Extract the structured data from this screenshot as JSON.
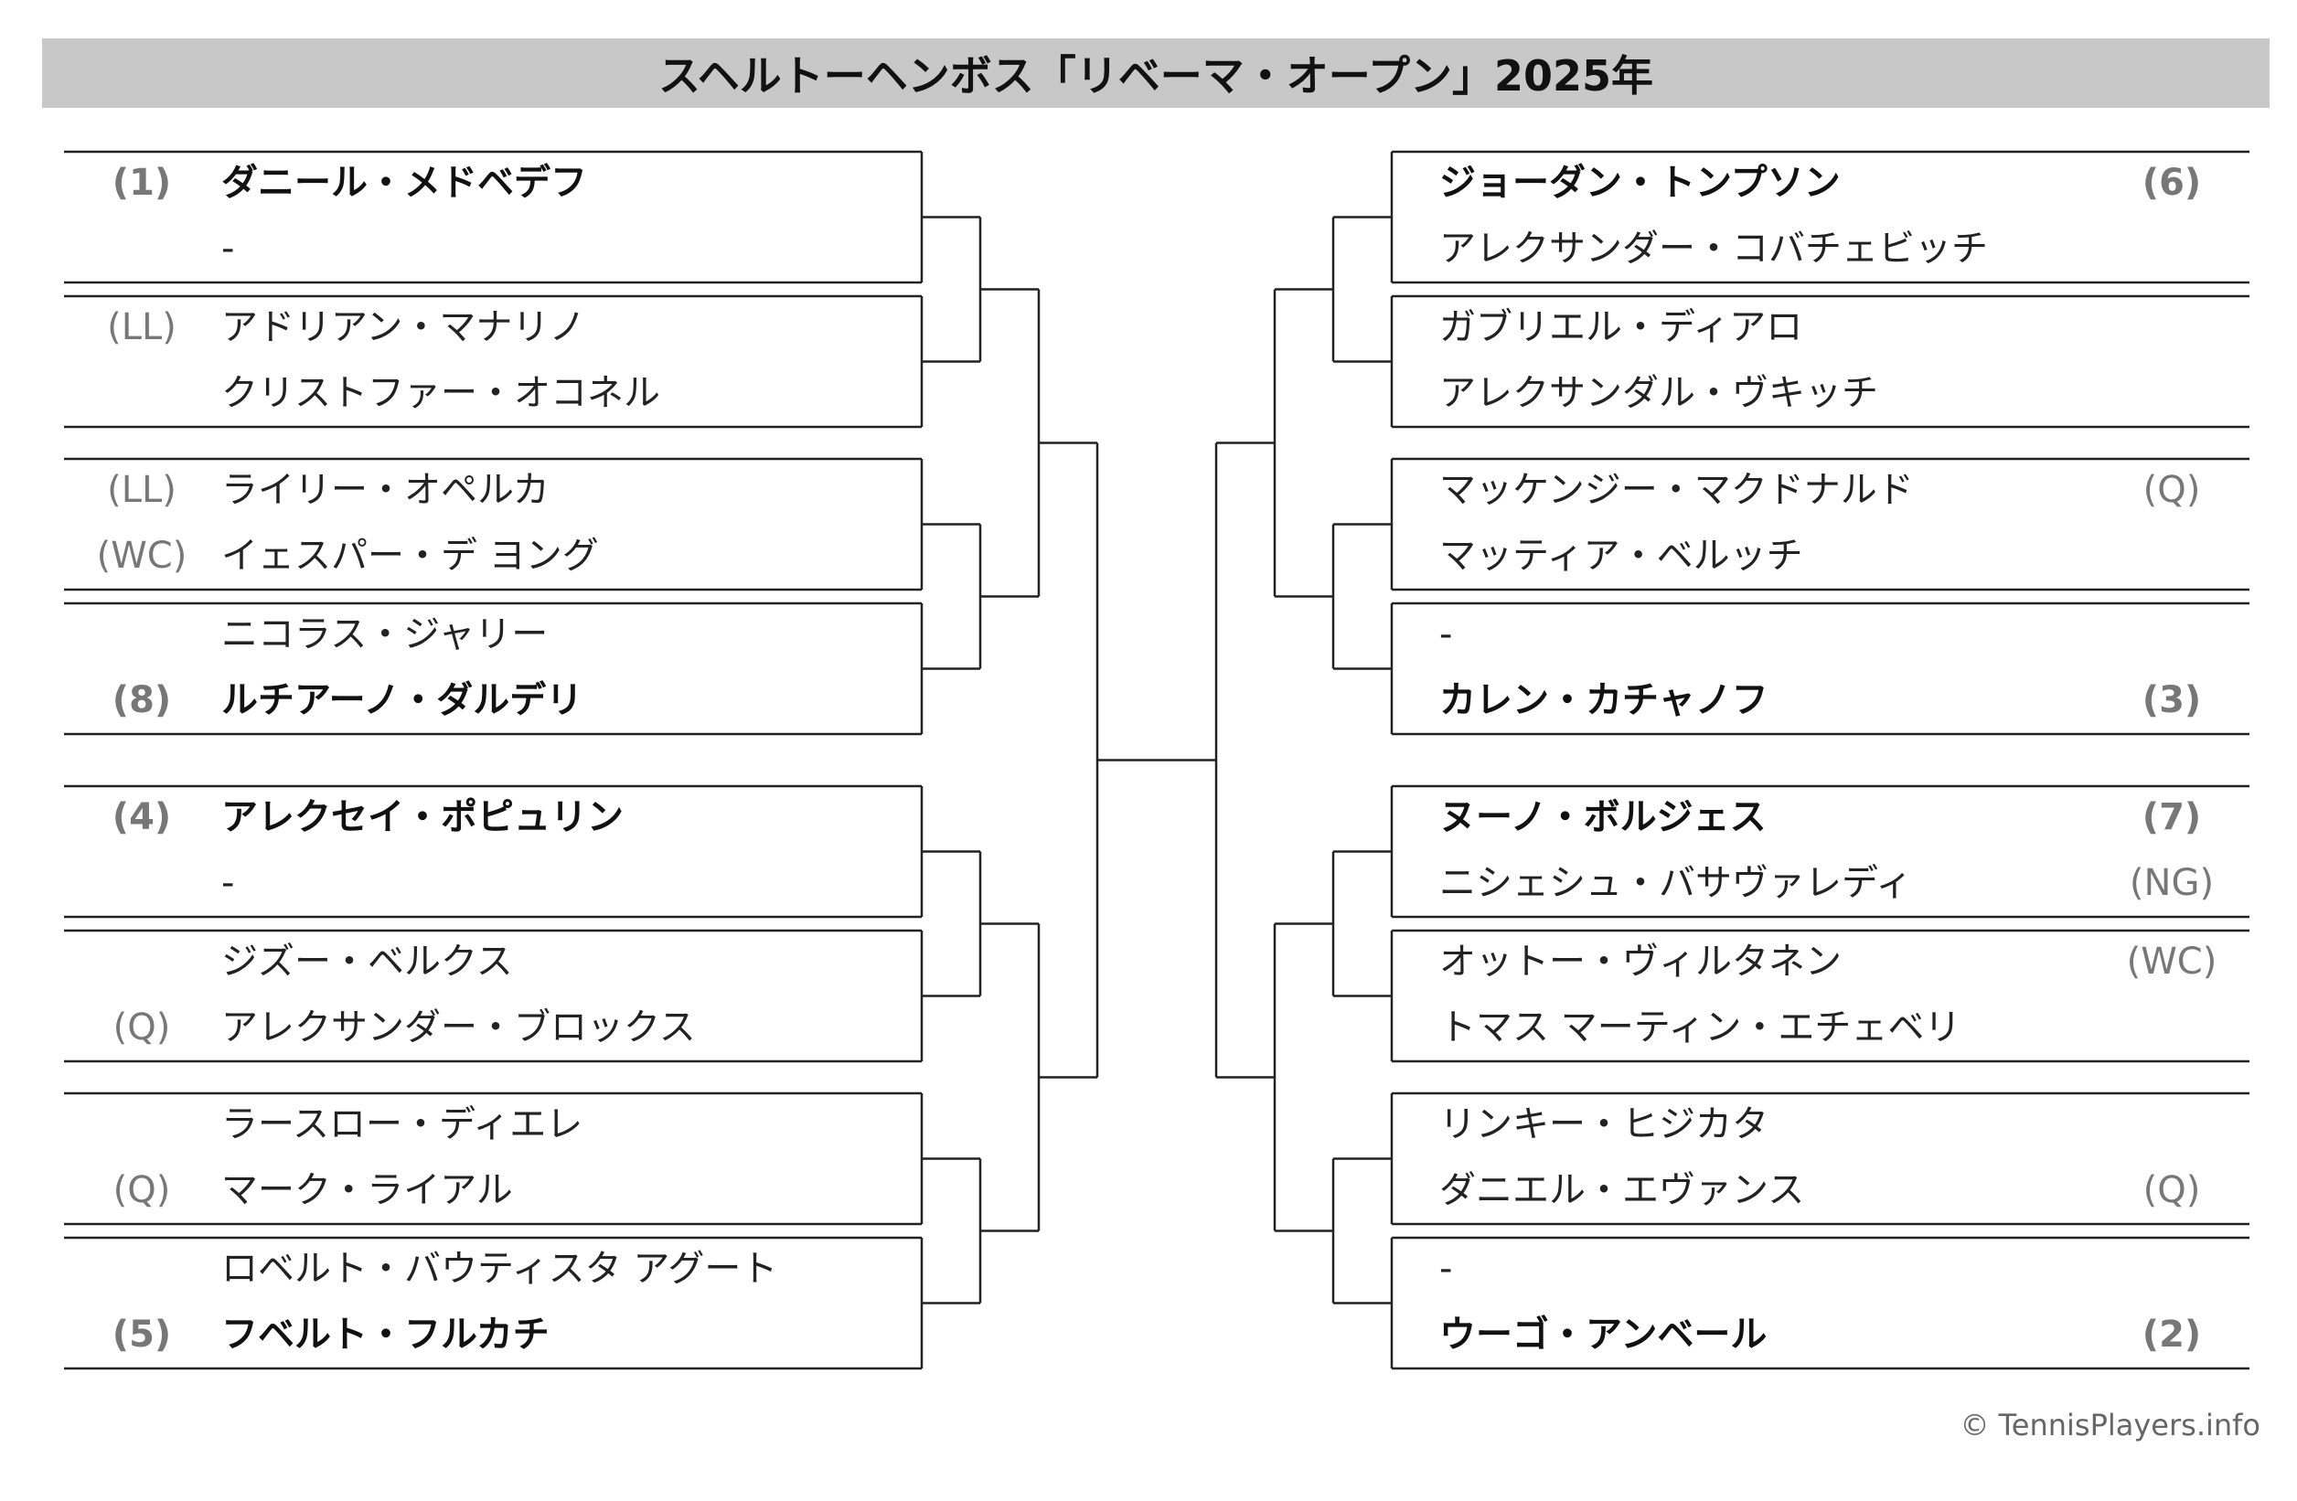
{
  "title": "スヘルトーヘンボス「リベーマ・オープン」2025年",
  "credit": "© TennisPlayers.info",
  "left_matches": [
    {
      "top": {
        "seed": "(1)",
        "name": "ダニール・メドベデフ",
        "winner": true
      },
      "bottom": {
        "seed": "",
        "name": "-",
        "winner": false
      }
    },
    {
      "top": {
        "seed": "(LL)",
        "name": "アドリアン・マナリノ",
        "winner": false
      },
      "bottom": {
        "seed": "",
        "name": "クリストファー・オコネル",
        "winner": false
      }
    },
    {
      "top": {
        "seed": "(LL)",
        "name": "ライリー・オペルカ",
        "winner": false
      },
      "bottom": {
        "seed": "(WC)",
        "name": "イェスパー・デ ヨング",
        "winner": false
      }
    },
    {
      "top": {
        "seed": "",
        "name": "ニコラス・ジャリー",
        "winner": false
      },
      "bottom": {
        "seed": "(8)",
        "name": "ルチアーノ・ダルデリ",
        "winner": true
      }
    },
    {
      "top": {
        "seed": "(4)",
        "name": "アレクセイ・ポピュリン",
        "winner": true
      },
      "bottom": {
        "seed": "",
        "name": "-",
        "winner": false
      }
    },
    {
      "top": {
        "seed": "",
        "name": "ジズー・ベルクス",
        "winner": false
      },
      "bottom": {
        "seed": "(Q)",
        "name": "アレクサンダー・ブロックス",
        "winner": false
      }
    },
    {
      "top": {
        "seed": "",
        "name": "ラースロー・ディエレ",
        "winner": false
      },
      "bottom": {
        "seed": "(Q)",
        "name": "マーク・ライアル",
        "winner": false
      }
    },
    {
      "top": {
        "seed": "",
        "name": "ロベルト・バウティスタ アグート",
        "winner": false
      },
      "bottom": {
        "seed": "(5)",
        "name": "フベルト・フルカチ",
        "winner": true
      }
    }
  ],
  "right_matches": [
    {
      "top": {
        "seed": "(6)",
        "name": "ジョーダン・トンプソン",
        "winner": true
      },
      "bottom": {
        "seed": "",
        "name": "アレクサンダー・コバチェビッチ",
        "winner": false
      }
    },
    {
      "top": {
        "seed": "",
        "name": "ガブリエル・ディアロ",
        "winner": false
      },
      "bottom": {
        "seed": "",
        "name": "アレクサンダル・ヴキッチ",
        "winner": false
      }
    },
    {
      "top": {
        "seed": "(Q)",
        "name": "マッケンジー・マクドナルド",
        "winner": false
      },
      "bottom": {
        "seed": "",
        "name": "マッティア・ベルッチ",
        "winner": false
      }
    },
    {
      "top": {
        "seed": "",
        "name": "-",
        "winner": false
      },
      "bottom": {
        "seed": "(3)",
        "name": "カレン・カチャノフ",
        "winner": true
      }
    },
    {
      "top": {
        "seed": "(7)",
        "name": "ヌーノ・ボルジェス",
        "winner": true
      },
      "bottom": {
        "seed": "(NG)",
        "name": "ニシェシュ・バサヴァレディ",
        "winner": false
      }
    },
    {
      "top": {
        "seed": "(WC)",
        "name": "オットー・ヴィルタネン",
        "winner": false
      },
      "bottom": {
        "seed": "",
        "name": "トマス マーティン・エチェベリ",
        "winner": false
      }
    },
    {
      "top": {
        "seed": "",
        "name": "リンキー・ヒジカタ",
        "winner": false
      },
      "bottom": {
        "seed": "(Q)",
        "name": "ダニエル・エヴァンス",
        "winner": false
      }
    },
    {
      "top": {
        "seed": "",
        "name": "-",
        "winner": false
      },
      "bottom": {
        "seed": "(2)",
        "name": "ウーゴ・アンベール",
        "winner": true
      }
    }
  ]
}
